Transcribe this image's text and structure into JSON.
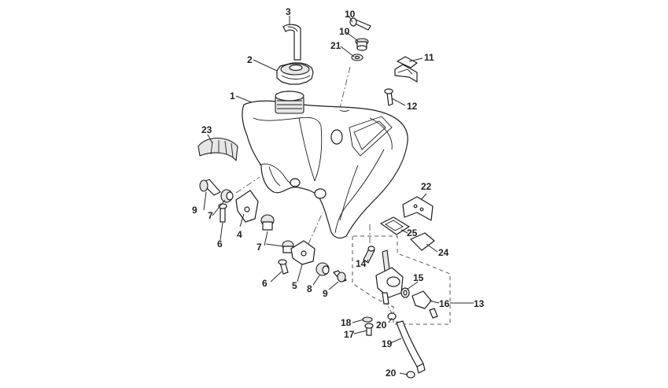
{
  "callouts": [
    "1",
    "2",
    "3",
    "4",
    "5",
    "6",
    "6",
    "7",
    "7",
    "8",
    "9",
    "9",
    "10",
    "10",
    "11",
    "12",
    "13",
    "14",
    "15",
    "16",
    "17",
    "18",
    "19",
    "20",
    "20",
    "21",
    "22",
    "23",
    "24",
    "25"
  ],
  "colors": {
    "line": "#1e1e1e",
    "text": "#222222",
    "fill_grey": "#e6e6e6",
    "background": "#ffffff"
  }
}
